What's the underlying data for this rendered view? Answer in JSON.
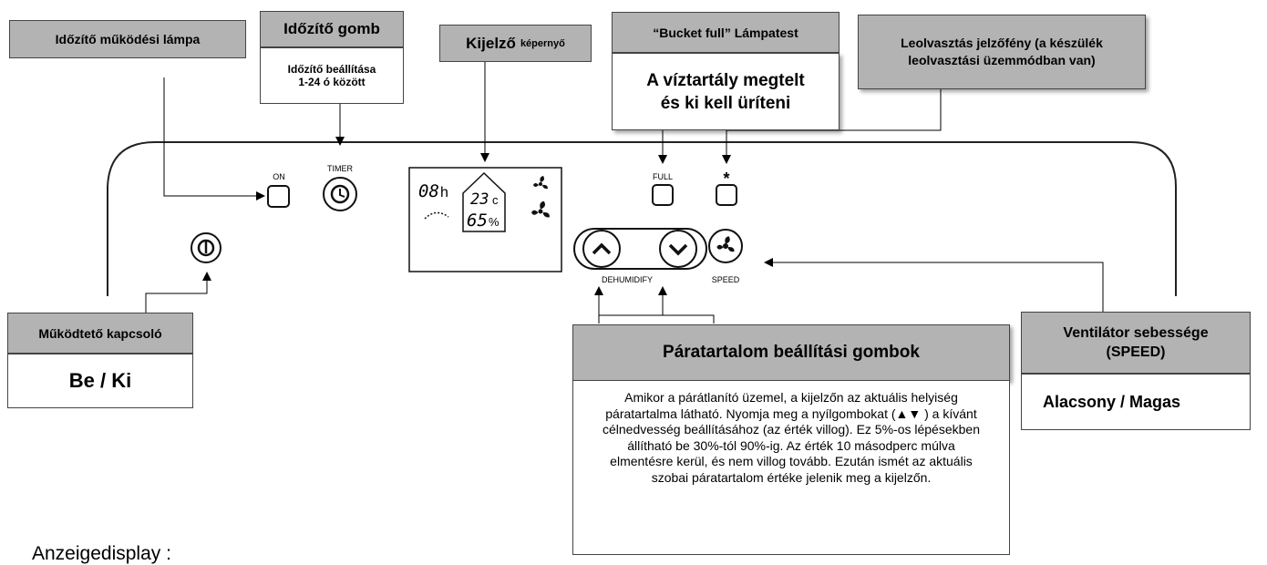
{
  "labels": {
    "timer_lamp_title": "Időzítő működési lámpa",
    "timer_button_title": "Időzítő gomb",
    "timer_button_desc_1": "Időzítő beállítása",
    "timer_button_desc_2": "1-24 ó között",
    "display_title_main": "Kijelző",
    "display_title_small": "képernyő",
    "bucket_full_title": "“Bucket full” Lámpatest",
    "bucket_full_desc_1": "A víztartály megtelt",
    "bucket_full_desc_2": "és ki kell üríteni",
    "defrost_title_1": "Leolvasztás jelzőfény (a készülék",
    "defrost_title_2": "leolvasztási üzemmódban van)",
    "power_switch_title": "Működtető kapcsoló",
    "power_switch_value": "Be / Ki",
    "humidity_buttons_title": "Páratartalom beállítási gombok",
    "humidity_buttons_desc": "Amikor a párátlanító üzemel, a kijelzőn az aktuális helyiség páratartalma látható. Nyomja meg a nyílgombokat (▲▼ ) a kívánt célnedvesség beállításához (az érték villog). Ez 5%-os lépésekben állítható be 30%-tól 90%-ig. Az érték 10 másodperc múlva elmentésre kerül, és nem villog tovább. Ezután ismét az aktuális szobai páratartalom értéke jelenik meg a kijelzőn.",
    "fan_speed_title_1": "Ventilátor sebessége",
    "fan_speed_title_2": "(SPEED)",
    "fan_speed_value": "Alacsony / Magas",
    "footer_text": "Anzeigedisplay :"
  },
  "panel": {
    "on_label": "ON",
    "timer_label": "TIMER",
    "full_label": "FULL",
    "defrost_symbol": "*",
    "dehumidify_label": "DEHUMIDIFY",
    "speed_label": "SPEED",
    "lcd_hours": "08",
    "lcd_hours_unit": "h",
    "lcd_temp": "23",
    "lcd_temp_unit": "c",
    "lcd_humidity": "65",
    "lcd_humidity_unit": "%"
  }
}
